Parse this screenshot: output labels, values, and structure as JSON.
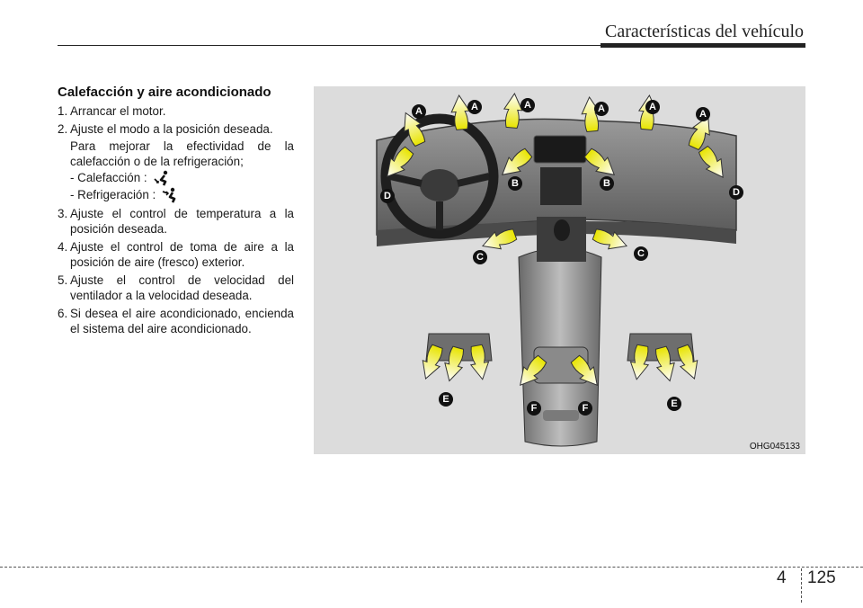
{
  "header": {
    "title": "Características del vehículo"
  },
  "section": {
    "title": "Calefacción y aire acondicionado",
    "steps": [
      {
        "num": "1.",
        "text": "Arrancar el motor."
      },
      {
        "num": "2.",
        "text": "Ajuste el modo a la posición deseada."
      },
      {
        "num": "3.",
        "text": "Ajuste el control de temperatura a la posición deseada."
      },
      {
        "num": "4.",
        "text": "Ajuste el control de toma de aire a la posición de aire (fresco) exterior."
      },
      {
        "num": "5.",
        "text": "Ajuste el control de velocidad del ventilador a la velocidad deseada."
      },
      {
        "num": "6.",
        "text": "Si desea el aire acondicionado, encienda el sistema del aire acondicionado."
      }
    ],
    "step2_note": "Para mejorar la efectividad de la calefacción o de la refrigeración;",
    "heating_label": "- Calefacción :",
    "cooling_label": "- Refrigeración :",
    "icons": {
      "heating": "floor-vent-mode-icon",
      "cooling": "face-vent-mode-icon"
    }
  },
  "figure": {
    "code": "OHG045133",
    "callouts": [
      "A",
      "A",
      "A",
      "A",
      "A",
      "A",
      "B",
      "B",
      "C",
      "C",
      "D",
      "D",
      "E",
      "E",
      "F",
      "F"
    ]
  },
  "footer": {
    "chapter": "4",
    "page": "125"
  }
}
